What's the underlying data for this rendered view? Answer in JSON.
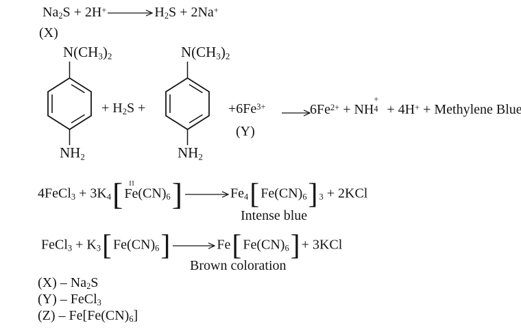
{
  "page": {
    "background": "#ffffff",
    "ink": "#141414"
  },
  "eq_na2s": {
    "segments": [
      {
        "t": "Na"
      },
      {
        "b": "2"
      },
      {
        "t": "S + 2H"
      },
      {
        "p": "+"
      },
      {
        "a": 66
      },
      {
        "t": "H"
      },
      {
        "b": "2"
      },
      {
        "t": "S + 2Na"
      },
      {
        "p": "+"
      }
    ],
    "label": "(X)"
  },
  "scheme": {
    "dimethylamino": [
      {
        "t": "N(CH"
      },
      {
        "b": "3"
      },
      {
        "t": ")"
      },
      {
        "b": "2"
      }
    ],
    "amino": [
      {
        "t": "NH"
      },
      {
        "b": "2"
      }
    ],
    "plus_h2s": [
      {
        "t": "+ H"
      },
      {
        "b": "2"
      },
      {
        "t": "S +"
      }
    ],
    "plus_fe": [
      {
        "t": "+6Fe"
      },
      {
        "p": "3+"
      }
    ],
    "label_y": "(Y)",
    "arrow": [
      {
        "a": 42
      }
    ],
    "products": [
      {
        "t": "6Fe"
      },
      {
        "p": "2+"
      },
      {
        "t": " + NH"
      },
      {
        "ss": [
          "4",
          "+"
        ]
      },
      {
        "t": " + 4H"
      },
      {
        "p": "+"
      },
      {
        "t": " + Methylene Blue"
      }
    ]
  },
  "eq_prussian": {
    "segments": [
      {
        "t": "4FeCl"
      },
      {
        "b": "3"
      },
      {
        "t": " + 3K"
      },
      {
        "b": "4"
      },
      {
        "lb": 2.3
      },
      {
        "ov": [
          "II",
          "Fe"
        ]
      },
      {
        "t": "(CN)"
      },
      {
        "b": "6"
      },
      {
        "rb": 2.3
      },
      {
        "a": 64
      },
      {
        "t": "Fe"
      },
      {
        "b": "4"
      },
      {
        "lb": 2.1
      },
      {
        "t": "Fe(CN)"
      },
      {
        "b": "6"
      },
      {
        "rb": 2.1
      },
      {
        "b": "3"
      },
      {
        "t": " + 2KCl"
      }
    ],
    "caption": "Intense blue"
  },
  "eq_turnbull": {
    "segments": [
      {
        "t": "FeCl"
      },
      {
        "b": "3"
      },
      {
        "t": " + K"
      },
      {
        "b": "3"
      },
      {
        "lb": 2.1
      },
      {
        "t": "Fe(CN)"
      },
      {
        "b": "6"
      },
      {
        "rb": 2.1
      },
      {
        "a": 62
      },
      {
        "t": "Fe"
      },
      {
        "lb": 2.1
      },
      {
        "t": "Fe(CN)"
      },
      {
        "b": "6"
      },
      {
        "rb": 2.1
      },
      {
        "t": "+ 3KCl"
      }
    ],
    "caption": "Brown coloration"
  },
  "answers": {
    "rows": [
      {
        "segments": [
          {
            "t": "(X) – Na"
          },
          {
            "b": "2"
          },
          {
            "t": "S"
          }
        ]
      },
      {
        "segments": [
          {
            "t": "(Y) – FeCl"
          },
          {
            "b": "3"
          }
        ]
      },
      {
        "segments": [
          {
            "t": "(Z) – Fe[Fe(CN)"
          },
          {
            "b": "6"
          },
          {
            "t": "]"
          }
        ]
      }
    ]
  }
}
